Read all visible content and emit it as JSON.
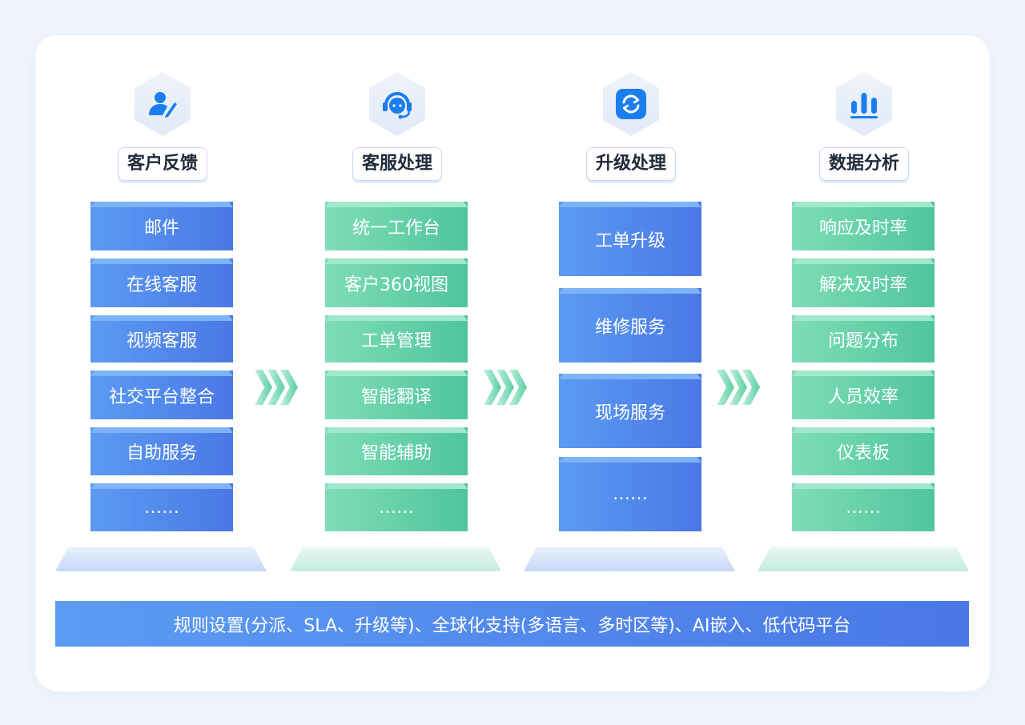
{
  "columns": [
    {
      "title": "客户反馈",
      "icon": "user-edit-icon",
      "color": "blue",
      "items": [
        "邮件",
        "在线客服",
        "视频客服",
        "社交平台整合",
        "自助服务",
        "……"
      ]
    },
    {
      "title": "客服处理",
      "icon": "headset-icon",
      "color": "green",
      "items": [
        "统一工作台",
        "客户360视图",
        "工单管理",
        "智能翻译",
        "智能辅助",
        "……"
      ]
    },
    {
      "title": "升级处理",
      "icon": "refresh-icon",
      "color": "blue",
      "items": [
        "工单升级",
        "维修服务",
        "现场服务",
        "……"
      ]
    },
    {
      "title": "数据分析",
      "icon": "bar-chart-icon",
      "color": "green",
      "items": [
        "响应及时率",
        "解决及时率",
        "问题分布",
        "人员效率",
        "仪表板",
        "……"
      ]
    }
  ],
  "footer": "规则设置(分派、SLA、升级等)、全球化支持(多语言、多时区等)、AI嵌入、低代码平台",
  "colors": {
    "blue": "#4a78e6",
    "green": "#4fc59c",
    "icon": "#1a7ef0"
  }
}
